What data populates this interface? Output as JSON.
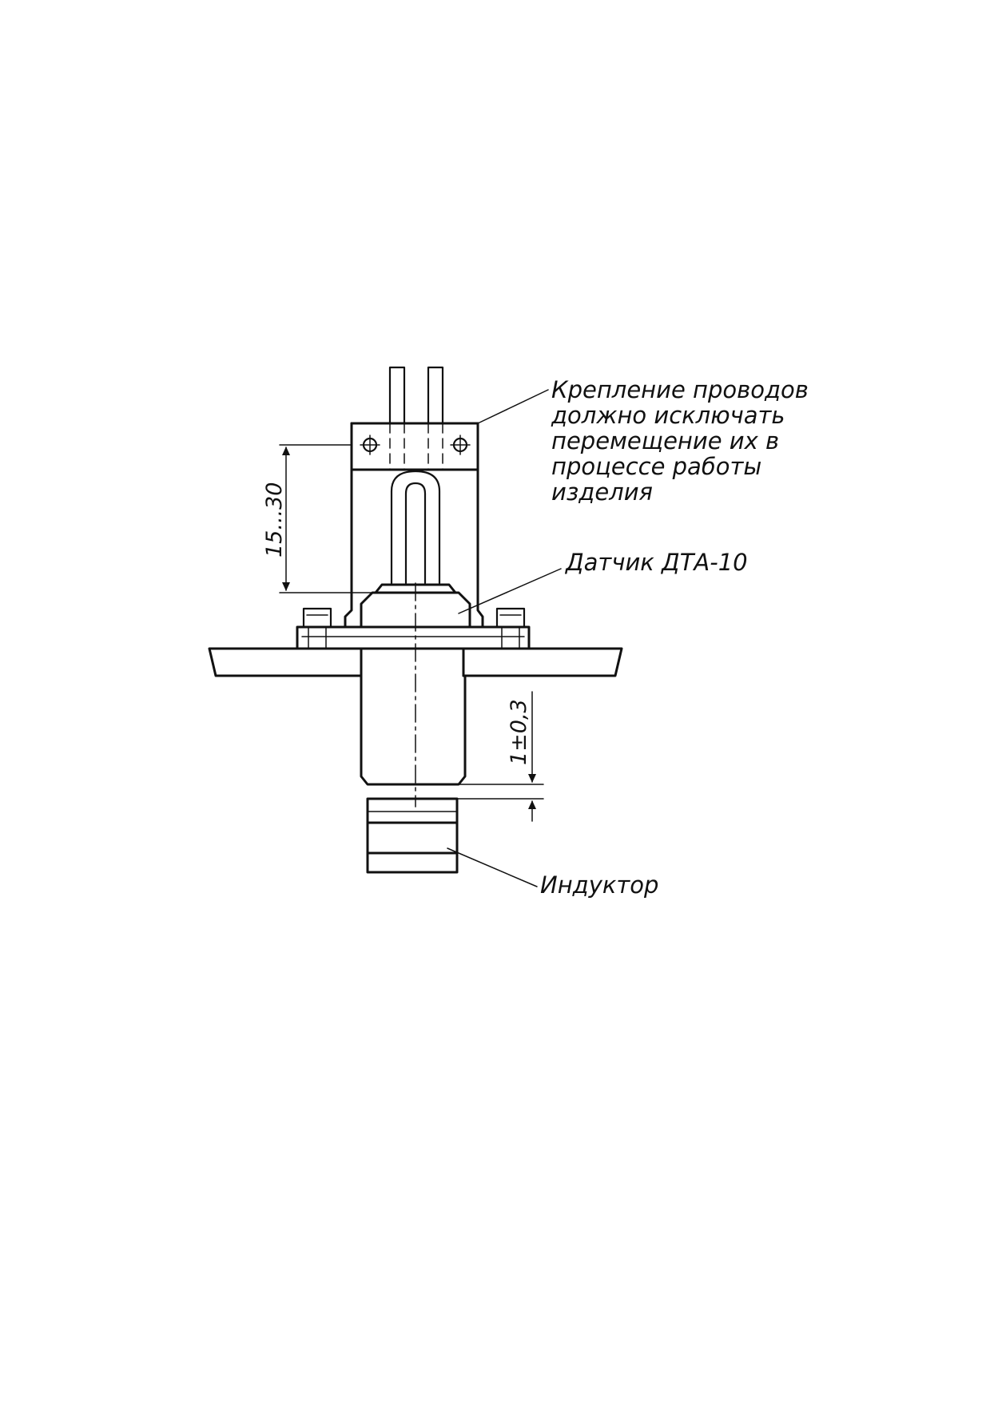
{
  "labels": {
    "wire_note": [
      "Крепление проводов",
      "должно исключать",
      "перемещение их в",
      "процессе работы",
      "изделия"
    ],
    "sensor": "Датчик ДТА-10",
    "inductor": "Индуктор",
    "dim_height": "15...30",
    "dim_gap": "1±0,3"
  },
  "colors": {
    "ink": "#111111",
    "paper": "#ffffff"
  }
}
